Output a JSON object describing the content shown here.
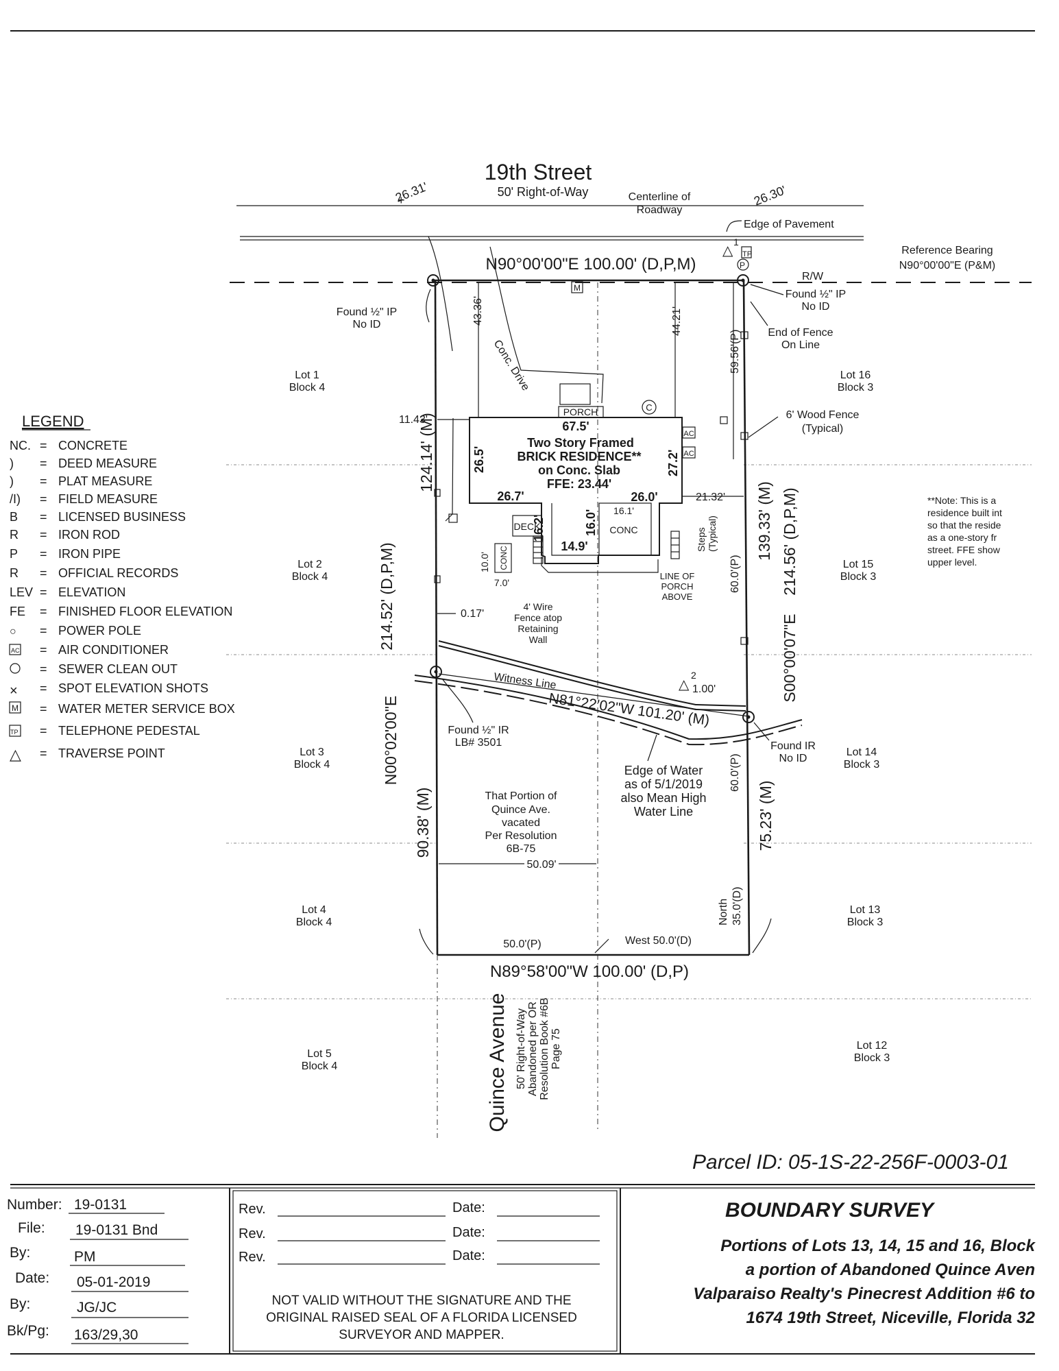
{
  "street": {
    "name": "19th Street",
    "row": "50' Right-of-Way",
    "centerline": [
      "Centerline of",
      "Roadway"
    ],
    "edge_pavement": "Edge of Pavement",
    "spot_left": "26.31'",
    "spot_right": "26.30'"
  },
  "reference_bearing": [
    "Reference Bearing",
    "N90°00'00\"E (P&M)"
  ],
  "row_tag": "R/W",
  "bearings": {
    "north": "N90°00'00\"E 100.00' (D,P,M)",
    "south": "N89°58'00\"W 100.00' (D,P)",
    "west_upper": "124.14' (M)",
    "west_total": "214.52' (D,P,M)",
    "west_bearing": "N00°02'00\"E",
    "west_lower": "90.38' (M)",
    "east_upper": "139.33' (M)",
    "east_total": "214.56' (D,P,M)",
    "east_bearing": "S00°00'07\"E",
    "east_lower": "75.23' (M)",
    "witness": "N81°22'02\"W 101.20' (M)",
    "witness_label": "Witness Line"
  },
  "monuments": {
    "nw": [
      "Found ½\" IP",
      "No ID"
    ],
    "ne": [
      "Found ½\" IP",
      "No ID"
    ],
    "sw": [
      "Found ½\" IR",
      "LB# 3501"
    ],
    "se": [
      "Found IR",
      "No ID"
    ]
  },
  "fence": {
    "end": [
      "End of Fence",
      "On Line"
    ],
    "wood": [
      "6' Wood Fence",
      "(Typical)"
    ],
    "wire": [
      "4' Wire",
      "Fence atop",
      "Retaining",
      "Wall"
    ]
  },
  "lots": [
    {
      "lot": "Lot 1",
      "block": "Block 4"
    },
    {
      "lot": "Lot 2",
      "block": "Block 4"
    },
    {
      "lot": "Lot 3",
      "block": "Block 4"
    },
    {
      "lot": "Lot 4",
      "block": "Block 4"
    },
    {
      "lot": "Lot 5",
      "block": "Block 4"
    },
    {
      "lot": "Lot 16",
      "block": "Block 3"
    },
    {
      "lot": "Lot 15",
      "block": "Block 3"
    },
    {
      "lot": "Lot 14",
      "block": "Block 3"
    },
    {
      "lot": "Lot 13",
      "block": "Block 3"
    },
    {
      "lot": "Lot 12",
      "block": "Block 3"
    }
  ],
  "residence": {
    "lines": [
      "Two Story Framed",
      "BRICK RESIDENCE**",
      "on Conc. Slab",
      "FFE: 23.44'"
    ],
    "porch": "PORCH",
    "drive": "Conc. Drive",
    "deck": "DECK",
    "conc": "CONC",
    "conc_small": "CONC",
    "steps": [
      "Steps",
      "(Typical)"
    ],
    "porch_above": [
      "LINE OF",
      "PORCH",
      "ABOVE"
    ],
    "ac": "AC",
    "water_meter": "M",
    "sewer": "C"
  },
  "dims": {
    "d4336": "43.36'",
    "d4421": "44.21'",
    "d5956": "59.56'(P)",
    "d1143": "11.43'",
    "d675": "67.5'",
    "d265": "26.5'",
    "d272": "27.2'",
    "d267": "26.7'",
    "d260": "26.0'",
    "d2132": "21.32'",
    "d161": "16.1'",
    "d162": "16.2'",
    "d160": "16.0'",
    "d149": "14.9'",
    "d100": "10.0'",
    "d70": "7.0'",
    "d600a": "60.0'(P)",
    "d017": "0.17'",
    "d100b": "1.00'",
    "d600b": "60.0'(P)",
    "d5009": "50.09'",
    "d500p": "50.0'(P)",
    "west50": "West 50.0'(D)",
    "north35": [
      "North",
      "35.0'(D)"
    ]
  },
  "traverse": [
    "1",
    "2"
  ],
  "water": [
    "Edge of Water",
    "as of 5/1/2019",
    "also Mean High",
    "Water Line"
  ],
  "vacated": [
    "That Portion of",
    "Quince Ave.",
    "vacated",
    "Per Resolution",
    "6B-75"
  ],
  "quince": {
    "name": "Quince Avenue",
    "lines": [
      "50' Right-of-Way",
      "Abandoned per OR",
      "Resolution Book #6B",
      "Page 75"
    ]
  },
  "note": [
    "**Note: This is a",
    "residence built int",
    "so that the reside",
    "as a one-story fr",
    "street.  FFE show",
    "upper level."
  ],
  "legend": {
    "title": "LEGEND",
    "items": [
      {
        "abbr": "NC.",
        "desc": "CONCRETE"
      },
      {
        "abbr": ")",
        "desc": "DEED MEASURE"
      },
      {
        "abbr": ")",
        "desc": "PLAT MEASURE"
      },
      {
        "abbr": "/I)",
        "desc": "FIELD MEASURE"
      },
      {
        "abbr": "B",
        "desc": "LICENSED BUSINESS"
      },
      {
        "abbr": "R",
        "desc": "IRON ROD"
      },
      {
        "abbr": "P",
        "desc": "IRON PIPE"
      },
      {
        "abbr": "R",
        "desc": "OFFICIAL RECORDS"
      },
      {
        "abbr": "LEV",
        "desc": "ELEVATION"
      },
      {
        "abbr": "FE",
        "desc": "FINISHED FLOOR ELEVATION"
      },
      {
        "abbr": "",
        "desc": "POWER POLE",
        "icon": "power-pole-icon"
      },
      {
        "abbr": "",
        "desc": "AIR CONDITIONER",
        "icon": "ac-icon"
      },
      {
        "abbr": "",
        "desc": "SEWER CLEAN OUT",
        "icon": "sewer-icon"
      },
      {
        "abbr": "",
        "desc": "SPOT ELEVATION SHOTS",
        "icon": "spot-icon"
      },
      {
        "abbr": "",
        "desc": "WATER METER SERVICE BOX",
        "icon": "water-meter-icon"
      },
      {
        "abbr": "",
        "desc": "TELEPHONE PEDESTAL",
        "icon": "telephone-icon"
      },
      {
        "abbr": "",
        "desc": "TRAVERSE POINT",
        "icon": "traverse-icon"
      }
    ]
  },
  "parcel": "Parcel ID: 05-1S-22-256F-0003-01",
  "title_block": {
    "fields": [
      {
        "label": "Number:",
        "value": "19-0131"
      },
      {
        "label": "File:",
        "value": "19-0131 Bnd"
      },
      {
        "label": "By:",
        "value": "PM"
      },
      {
        "label": "Date:",
        "value": "05-01-2019"
      },
      {
        "label": "By:",
        "value": "JG/JC"
      },
      {
        "label": "Bk/Pg:",
        "value": "163/29,30"
      }
    ],
    "rev": [
      {
        "rev": "Rev.",
        "date": "Date:"
      },
      {
        "rev": "Rev.",
        "date": "Date:"
      },
      {
        "rev": "Rev.",
        "date": "Date:"
      }
    ],
    "notice": [
      "NOT VALID WITHOUT THE SIGNATURE AND THE",
      "ORIGINAL RAISED SEAL OF A FLORIDA LICENSED",
      "SURVEYOR AND MAPPER."
    ],
    "survey_title": "BOUNDARY SURVEY",
    "description": [
      "Portions of Lots 13, 14, 15 and 16, Block",
      "a portion of Abandoned Quince Aven",
      "Valparaiso Realty's Pinecrest Addition #6 to",
      "1674 19th Street, Niceville, Florida 32"
    ]
  }
}
